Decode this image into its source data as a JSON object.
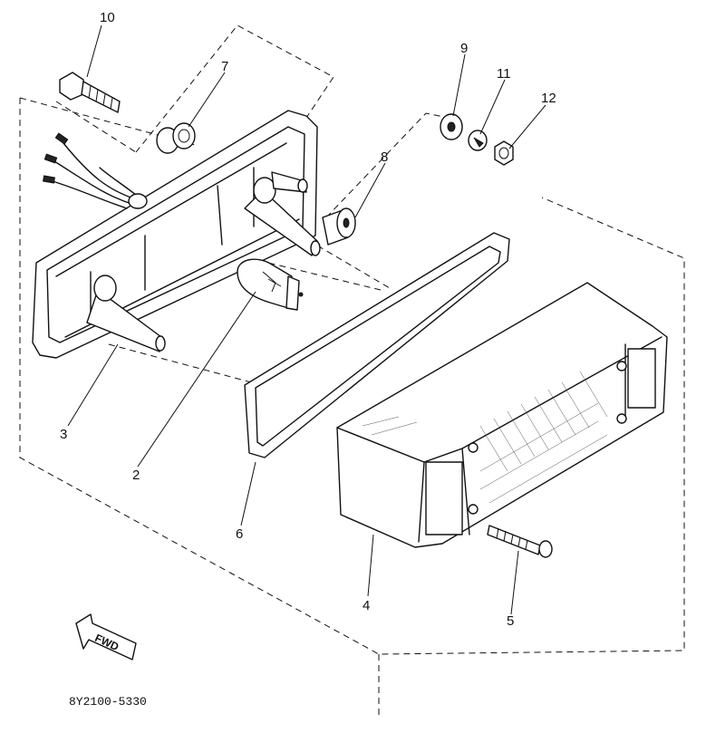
{
  "diagram": {
    "code": "8Y2100-5330",
    "fwd_label": "FWD",
    "parts": [
      {
        "number": "10",
        "name": "bolt"
      },
      {
        "number": "7",
        "name": "grommet"
      },
      {
        "number": "9",
        "name": "washer"
      },
      {
        "number": "11",
        "name": "lock-washer"
      },
      {
        "number": "12",
        "name": "nut"
      },
      {
        "number": "8",
        "name": "collar"
      },
      {
        "number": "3",
        "name": "socket-assembly"
      },
      {
        "number": "2",
        "name": "bulb"
      },
      {
        "number": "6",
        "name": "gasket"
      },
      {
        "number": "4",
        "name": "lens"
      },
      {
        "number": "5",
        "name": "screw"
      }
    ]
  }
}
